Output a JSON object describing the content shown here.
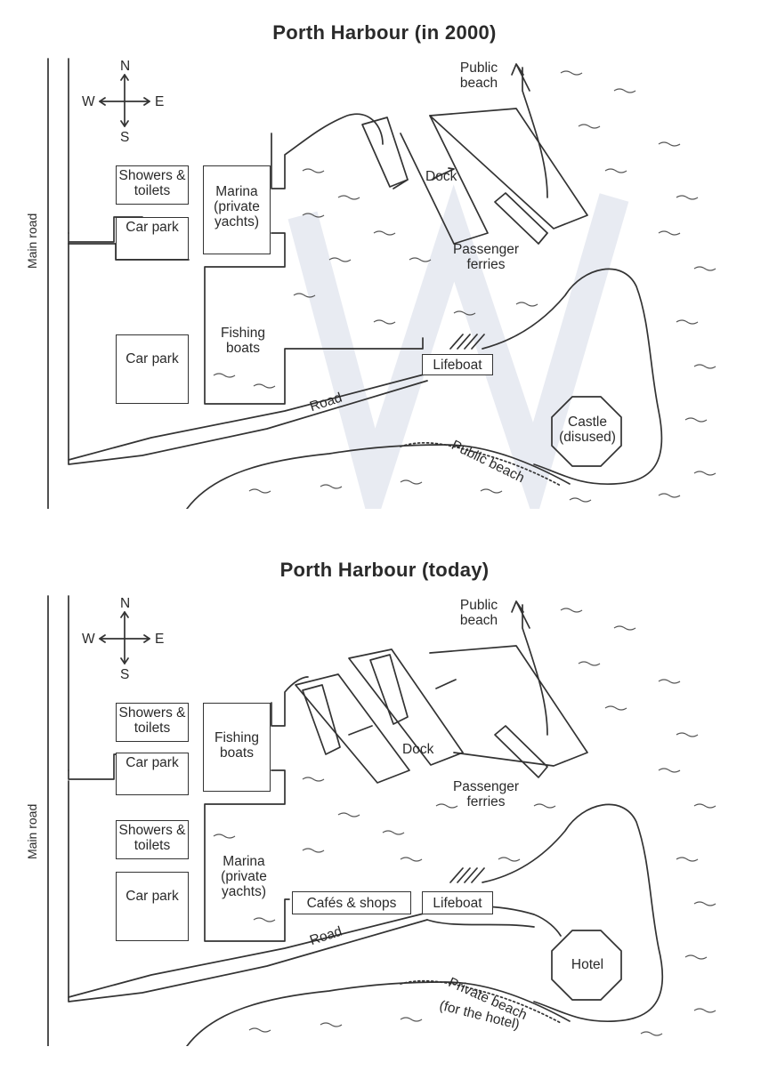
{
  "map_2000": {
    "title": "Porth Harbour (in 2000)",
    "compass": {
      "n": "N",
      "s": "S",
      "e": "E",
      "w": "W"
    },
    "main_road": "Main road",
    "road": "Road",
    "showers_toilets": "Showers & toilets",
    "car_park_top": "Car park",
    "car_park_bottom": "Car park",
    "marina": "Marina (private yachts)",
    "fishing_boats": "Fishing boats",
    "dock": "Dock",
    "passenger_ferries": "Passenger ferries",
    "lifeboat": "Lifeboat",
    "public_beach_north": "Public beach",
    "public_beach_south": "Public beach",
    "castle": "Castle (disused)"
  },
  "map_today": {
    "title": "Porth Harbour (today)",
    "compass": {
      "n": "N",
      "s": "S",
      "e": "E",
      "w": "W"
    },
    "main_road": "Main road",
    "road": "Road",
    "showers_toilets_top": "Showers & toilets",
    "car_park_top": "Car park",
    "showers_toilets_bottom": "Showers & toilets",
    "car_park_bottom": "Car park",
    "fishing_boats": "Fishing boats",
    "marina": "Marina (private yachts)",
    "cafes_shops": "Cafés & shops",
    "lifeboat": "Lifeboat",
    "dock": "Dock",
    "passenger_ferries": "Passenger ferries",
    "public_beach_north": "Public beach",
    "private_beach": "Private beach",
    "private_beach_note": "(for the hotel)",
    "hotel": "Hotel"
  }
}
